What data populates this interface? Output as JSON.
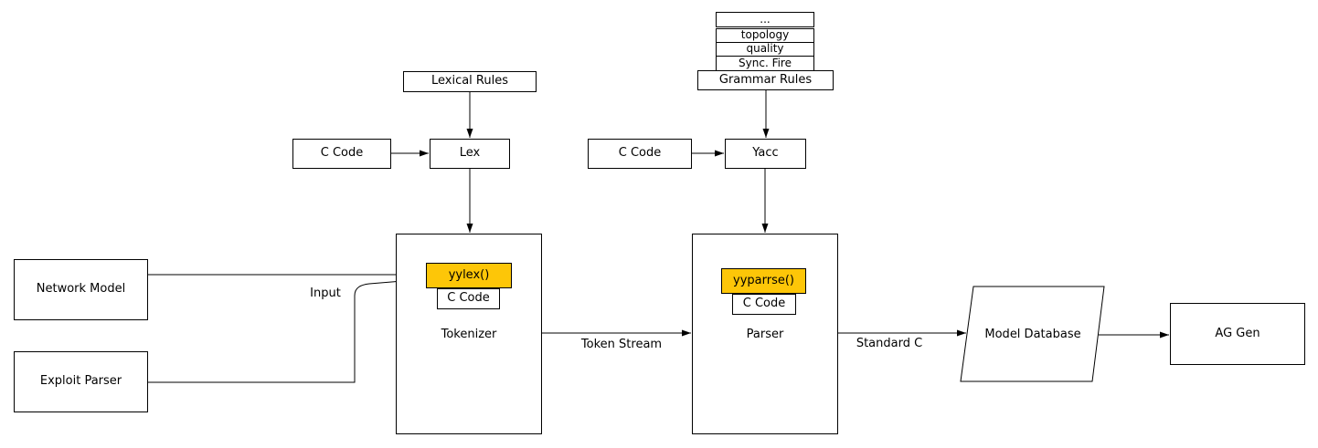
{
  "diagram": {
    "rule_stack": {
      "items": [
        "...",
        "topology",
        "quality",
        "Sync. Fire"
      ],
      "grammar_rules_label": "Grammar Rules"
    },
    "boxes": {
      "lexical_rules": "Lexical Rules",
      "c_code_lex": "C Code",
      "lex": "Lex",
      "c_code_yacc": "C Code",
      "yacc": "Yacc",
      "network_model": "Network Model",
      "exploit_parser": "Exploit Parser",
      "tokenizer_container": "Tokenizer",
      "yylex": "yylex()",
      "tokenizer_c_code": "C Code",
      "parser_container": "Parser",
      "yyparse": "yyparrse()",
      "parser_c_code": "C Code",
      "model_database": "Model Database",
      "ag_gen": "AG Gen"
    },
    "edge_labels": {
      "input": "Input",
      "token_stream": "Token Stream",
      "standard_c": "Standard C"
    },
    "colors": {
      "highlight": "#FDC608",
      "border": "#000000",
      "background": "#FFFFFF"
    }
  }
}
